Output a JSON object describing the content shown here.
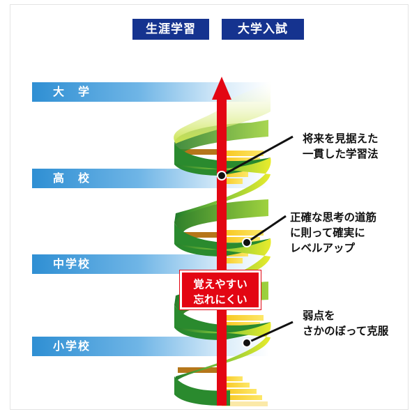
{
  "header": {
    "lifelong_label": "生涯学習",
    "exam_label": "大学入試"
  },
  "stages": [
    {
      "label": "大　学"
    },
    {
      "label": "高　校"
    },
    {
      "label": "中学校"
    },
    {
      "label": "小学校"
    }
  ],
  "notes": [
    {
      "text": "将来を見据えた\n一貫した学習法"
    },
    {
      "text": "正確な思考の道筋\nに則って確実に\nレベルアップ"
    },
    {
      "text": "弱点を\nさかのぼって克服"
    }
  ],
  "callout": {
    "text": "覚えやすい\n忘れにくい"
  },
  "colors": {
    "header_bg": "#15338f",
    "stage_bar": "#2f8fd3",
    "arrow_red": "#e30613",
    "spiral_green": "#3a9a2a",
    "spiral_yellow": "#f2d11a",
    "steps_orange": "#f0a818"
  }
}
